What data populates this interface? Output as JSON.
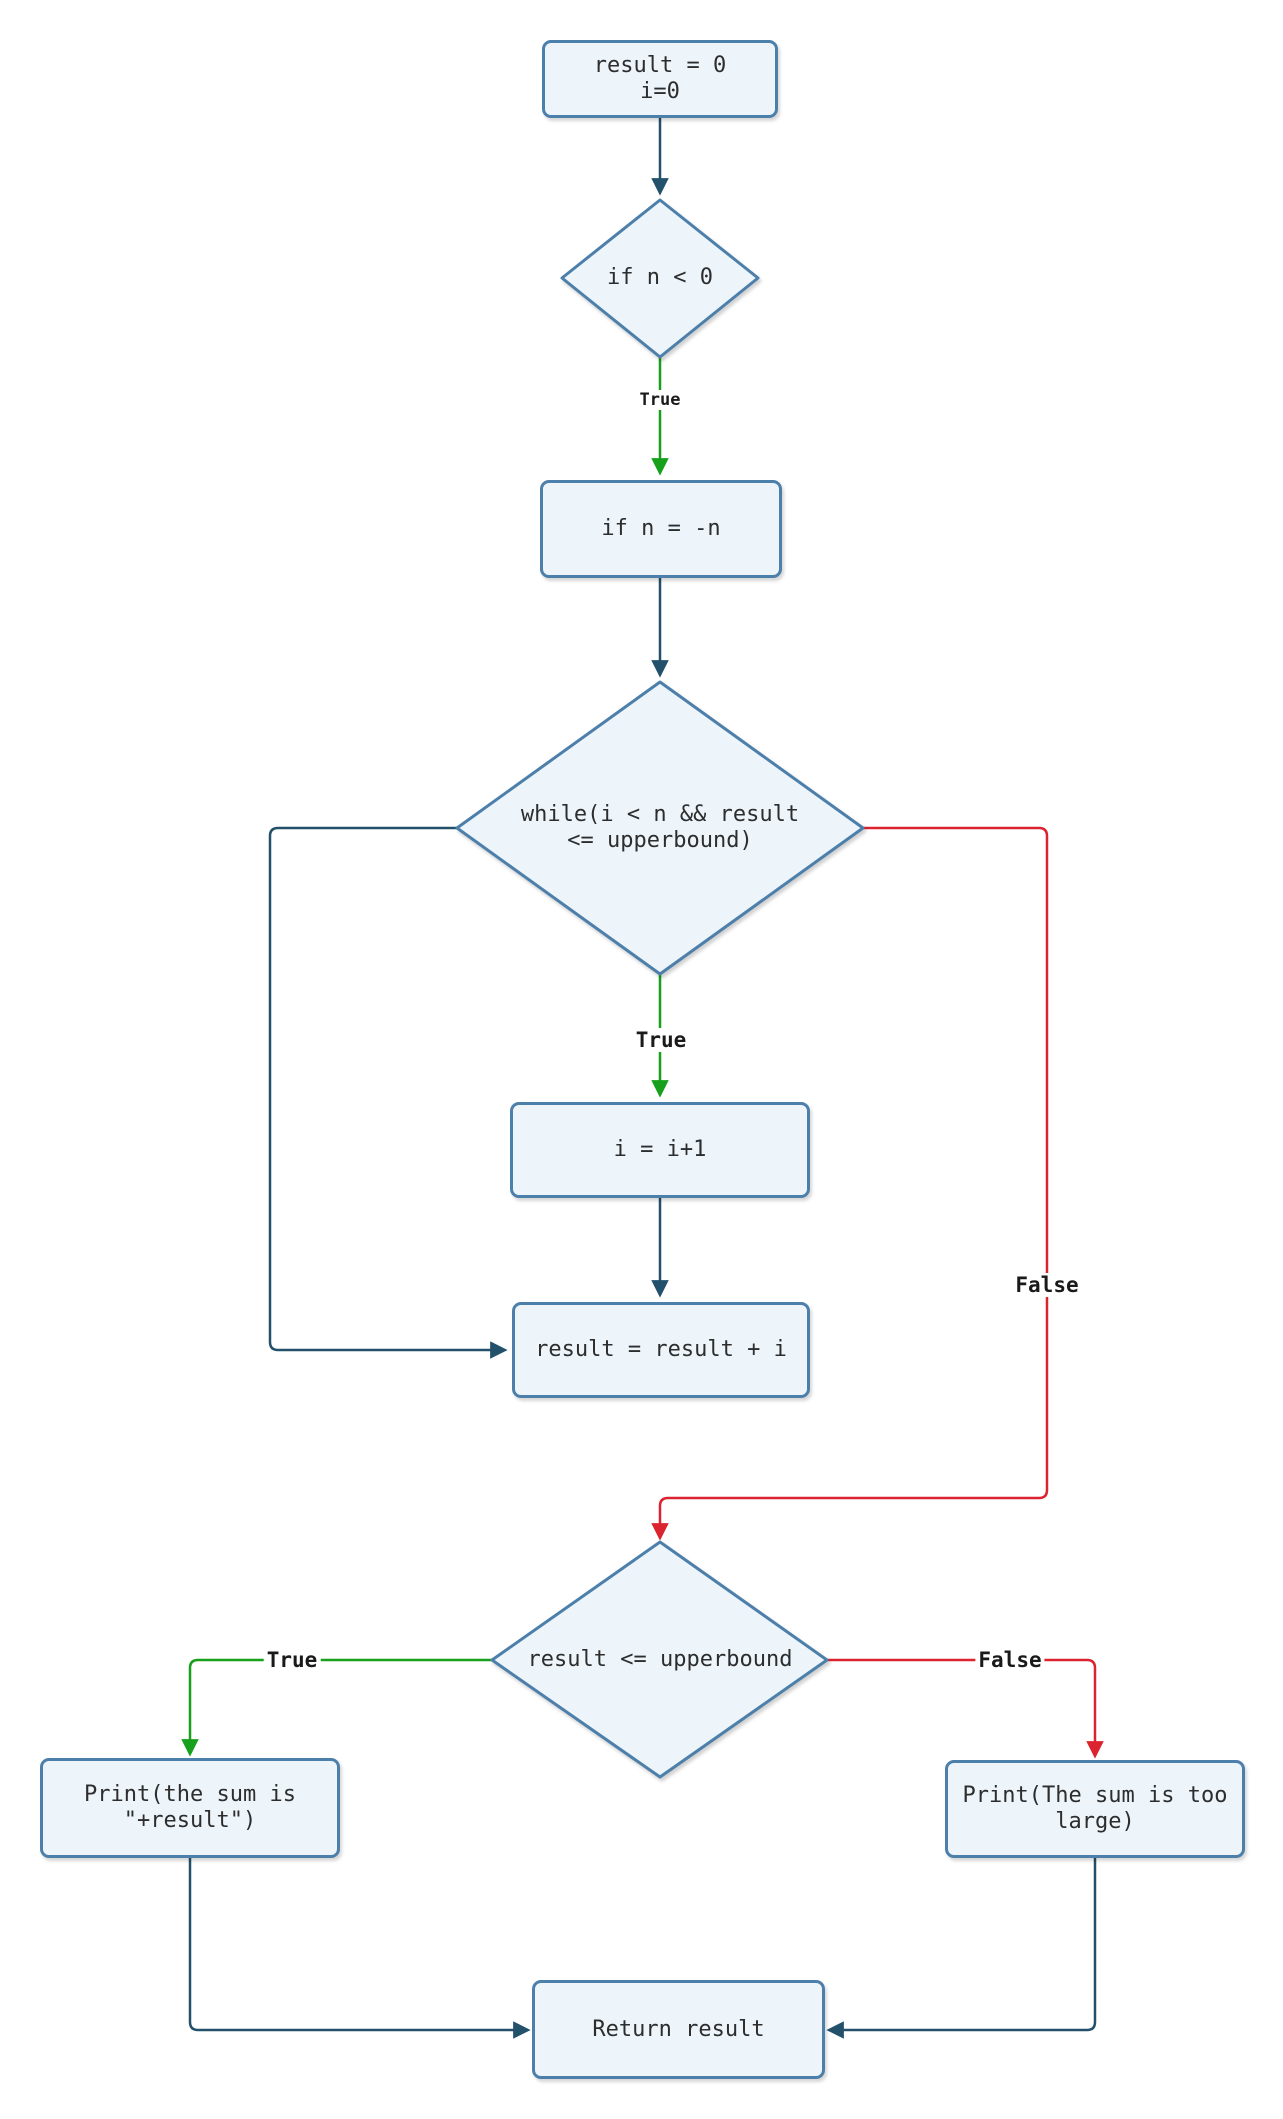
{
  "diagram": {
    "type": "flowchart",
    "nodes": {
      "init": {
        "label": "result = 0\ni=0",
        "shape": "process"
      },
      "check_negative": {
        "label": "if n < 0",
        "shape": "decision"
      },
      "negate": {
        "label": "if n = -n",
        "shape": "process"
      },
      "while_loop": {
        "label": "while(i < n && result\n<= upperbound)",
        "shape": "decision"
      },
      "increment": {
        "label": "i = i+1",
        "shape": "process"
      },
      "accumulate": {
        "label": "result = result + i",
        "shape": "process"
      },
      "check_upperbound": {
        "label": "result <= upperbound",
        "shape": "decision"
      },
      "print_sum": {
        "label": "Print(the sum is\n\"+result\")",
        "shape": "process"
      },
      "print_too_large": {
        "label": "Print(The sum is too\nlarge)",
        "shape": "process"
      },
      "return_result": {
        "label": "Return result",
        "shape": "process"
      }
    },
    "edge_labels": {
      "true_after_check_negative": "True",
      "true_while_body": "True",
      "false_while_exit": "False",
      "true_upperbound": "True",
      "false_upperbound": "False"
    },
    "colors": {
      "node_fill": "#edf5fb",
      "node_border": "#4d7fab",
      "connector": "#23506b",
      "true_branch": "#16a01c",
      "false_branch": "#dc2430",
      "label_text": "#1a1a1a",
      "node_text": "#2d2d2d"
    }
  }
}
